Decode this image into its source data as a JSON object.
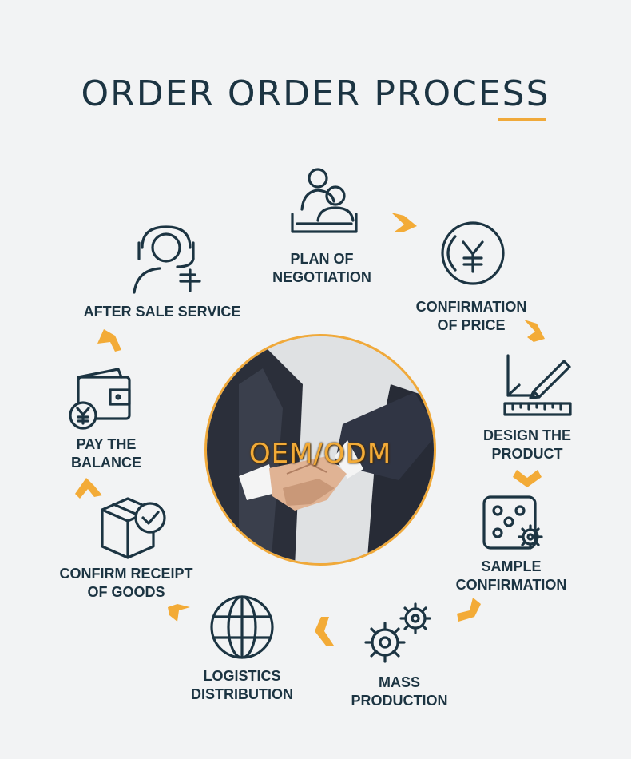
{
  "title": "ORDER ORDER PROCESS",
  "center_label": "OEM/ODM",
  "accent_color": "#f3ab37",
  "ink_color": "#1c3442",
  "steps": [
    {
      "icon": "people-icon",
      "lines": [
        "PLAN OF",
        "NEGOTIATION"
      ]
    },
    {
      "icon": "yen-coin-icon",
      "lines": [
        "CONFIRMATION",
        "OF PRICE"
      ]
    },
    {
      "icon": "design-pencil-ruler-icon",
      "lines": [
        "DESIGN THE",
        "PRODUCT"
      ]
    },
    {
      "icon": "sample-gear-icon",
      "lines": [
        "SAMPLE",
        "CONFIRMATION"
      ]
    },
    {
      "icon": "gears-icon",
      "lines": [
        "MASS",
        "PRODUCTION"
      ]
    },
    {
      "icon": "globe-icon",
      "lines": [
        "LOGISTICS",
        "DISTRIBUTION"
      ]
    },
    {
      "icon": "box-check-icon",
      "lines": [
        "CONFIRM RECEIPT",
        "OF GOODS"
      ]
    },
    {
      "icon": "wallet-yen-icon",
      "lines": [
        "PAY THE",
        "BALANCE"
      ]
    },
    {
      "icon": "headset-service-icon",
      "lines": [
        "AFTER SALE SERVICE"
      ]
    }
  ]
}
